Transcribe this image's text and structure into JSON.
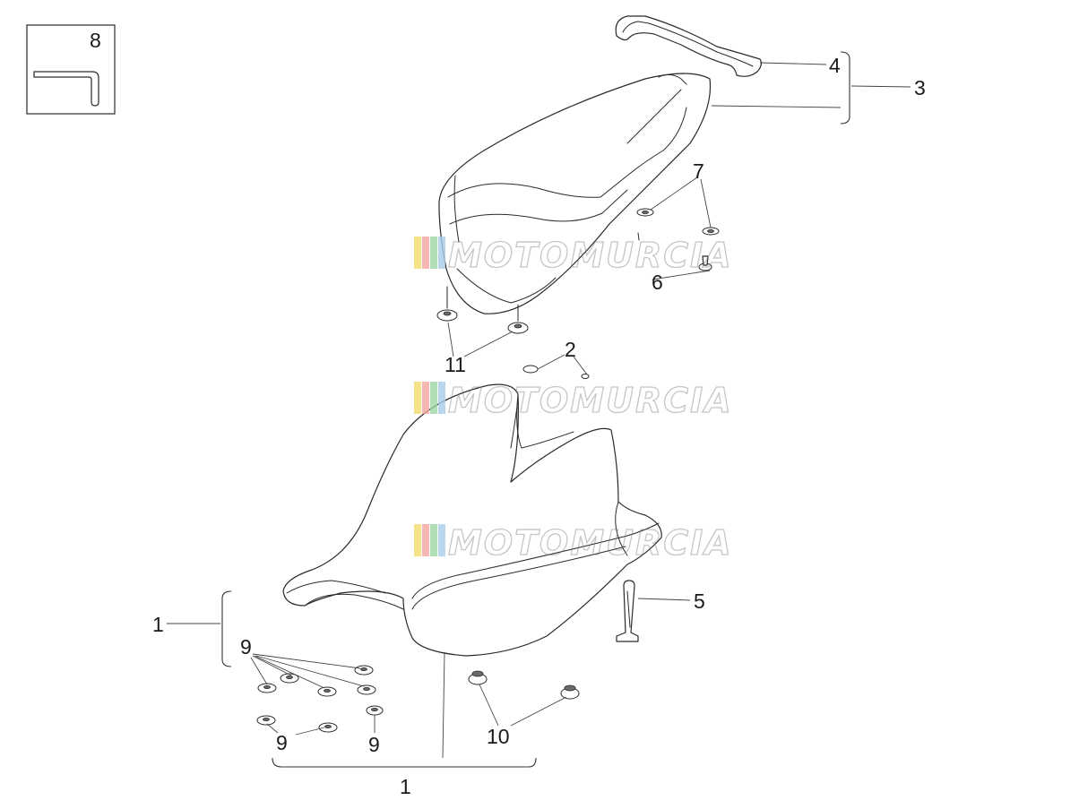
{
  "watermark": {
    "text": "MOTOMURCIA",
    "stripe_colors": [
      "#f2dd6b",
      "#f5a6a0",
      "#9fd6a6",
      "#a9cde8"
    ]
  },
  "labels": {
    "tool_number": "8",
    "part_1_left": "1",
    "part_1_bottom": "1",
    "part_2": "2",
    "part_3": "3",
    "part_4": "4",
    "part_5": "5",
    "part_6": "6",
    "part_7": "7",
    "part_9_top": "9",
    "part_9_bottom_left": "9",
    "part_9_bottom_right": "9",
    "part_10": "10",
    "part_11": "11"
  }
}
